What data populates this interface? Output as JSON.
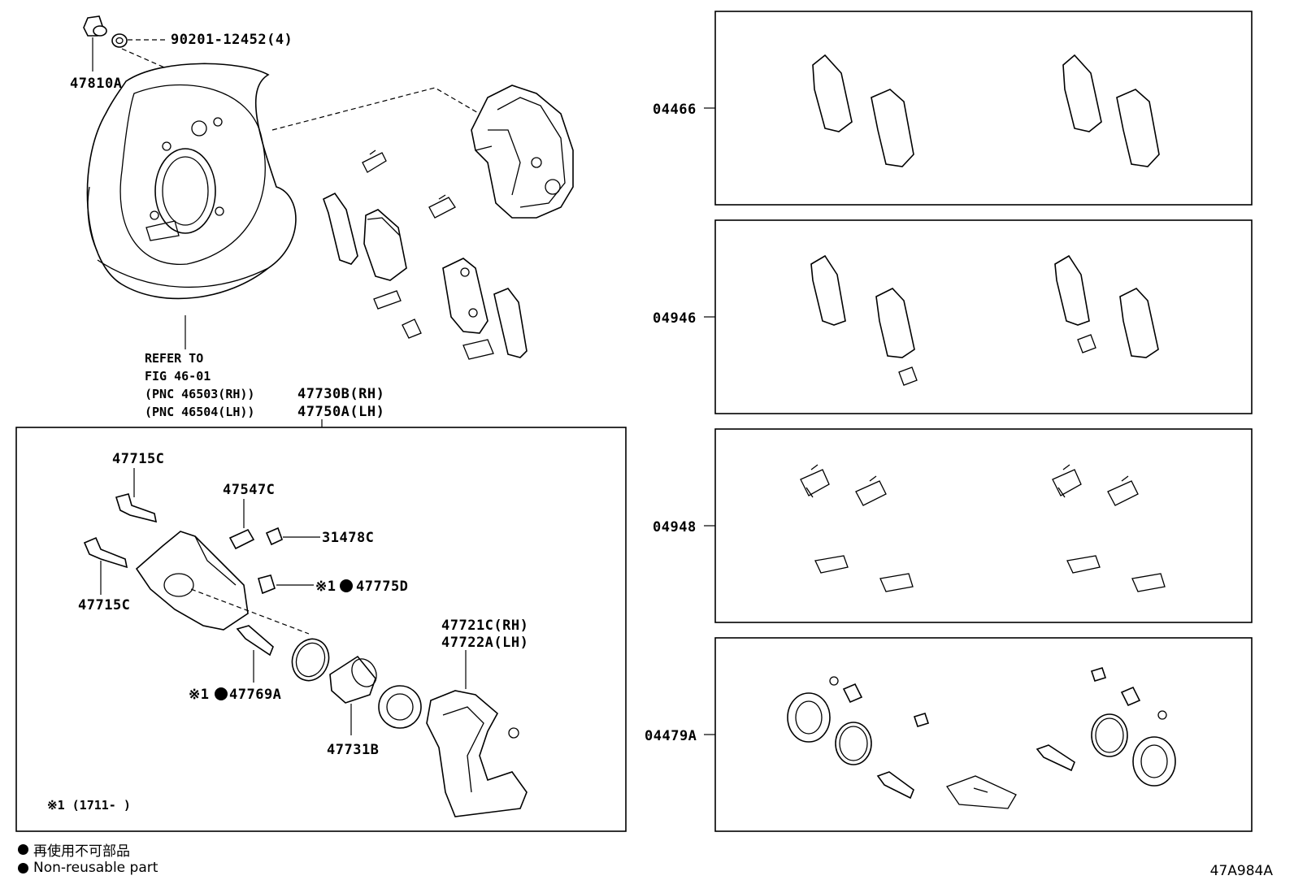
{
  "callouts": {
    "washer": "90201-12452(4)",
    "bolt": "47810A",
    "refer_1": "REFER TO",
    "refer_2": "FIG 46-01",
    "refer_3": "(PNC 46503(RH))",
    "refer_4": "(PNC 46504(LH))",
    "caliper_rh": "47730B(RH)",
    "caliper_lh": "47750A(LH)",
    "pin_top": "47715C",
    "pin_bottom": "47715C",
    "bleeder": "47547C",
    "cap": "31478C",
    "seal_mark": "※1",
    "seal": "47775D",
    "bush_mark": "※1",
    "bush": "47769A",
    "piston": "47731B",
    "mount_rh": "47721C(RH)",
    "mount_lh": "47722A(LH)",
    "note": "※1 (1711-        )"
  },
  "kits": [
    {
      "label": "04466"
    },
    {
      "label": "04946"
    },
    {
      "label": "04948"
    },
    {
      "label": "04479A"
    }
  ],
  "legend": {
    "jp": "再使用不可部品",
    "en": "Non-reusable part"
  },
  "diagram_code": "47A984A"
}
